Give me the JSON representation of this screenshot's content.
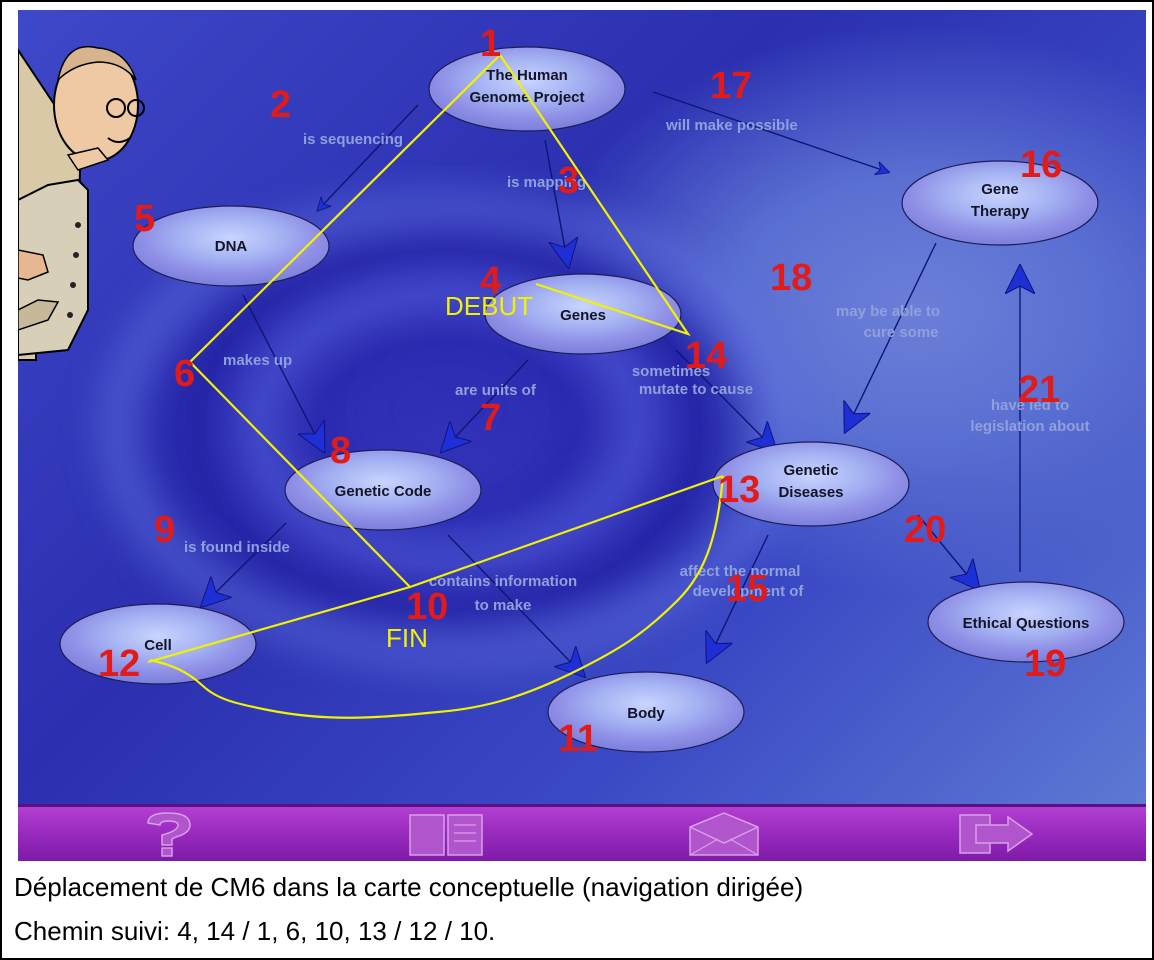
{
  "nodes": {
    "hgp_line1": "The Human",
    "hgp_line2": "Genome Project",
    "dna": "DNA",
    "genes": "Genes",
    "genetic_code": "Genetic Code",
    "gene_therapy_line1": "Gene",
    "gene_therapy_line2": "Therapy",
    "genetic_diseases_line1": "Genetic",
    "genetic_diseases_line2": "Diseases",
    "cell": "Cell",
    "body": "Body",
    "ethical_questions": "Ethical Questions"
  },
  "links": {
    "is_sequencing": "is sequencing",
    "is_mapping": "is mapping",
    "will_make_possible": "will make possible",
    "makes_up": "makes up",
    "are_units_of": "are units of",
    "sometimes_line1": "sometimes",
    "sometimes_line2": "mutate to cause",
    "may_line1": "may be able to",
    "may_line2": "cure some",
    "have_led_line1": "have led to",
    "have_led_line2": "legislation about",
    "is_found_inside": "is found inside",
    "contains_line1": "contains information",
    "contains_line2": "to make",
    "affect_line1": "affect the normal",
    "affect_line2": "development of"
  },
  "numbers": {
    "n1": "1",
    "n2": "2",
    "n3": "3",
    "n4": "4",
    "n5": "5",
    "n6": "6",
    "n7": "7",
    "n8": "8",
    "n9": "9",
    "n10": "10",
    "n11": "11",
    "n12": "12",
    "n13": "13",
    "n14": "14",
    "n15": "15",
    "n16": "16",
    "n17": "17",
    "n18": "18",
    "n19": "19",
    "n20": "20",
    "n21": "21"
  },
  "markers": {
    "start": "DEBUT",
    "end": "FIN"
  },
  "toolbar": {
    "help_icon": "question-mark-icon",
    "book_icon": "book-icon",
    "mail_icon": "envelope-icon",
    "exit_icon": "exit-arrow-icon"
  },
  "caption": {
    "line1": "Déplacement de CM6 dans la carte conceptuelle (navigation dirigée)",
    "line2": "Chemin suivi: 4, 14 / 1, 6, 10, 13 / 12 / 10."
  },
  "colors": {
    "path": "#f2f200",
    "numbers": "#e11a1a",
    "toolbar": "#9a2cc0",
    "arrows": "#2233cc"
  }
}
